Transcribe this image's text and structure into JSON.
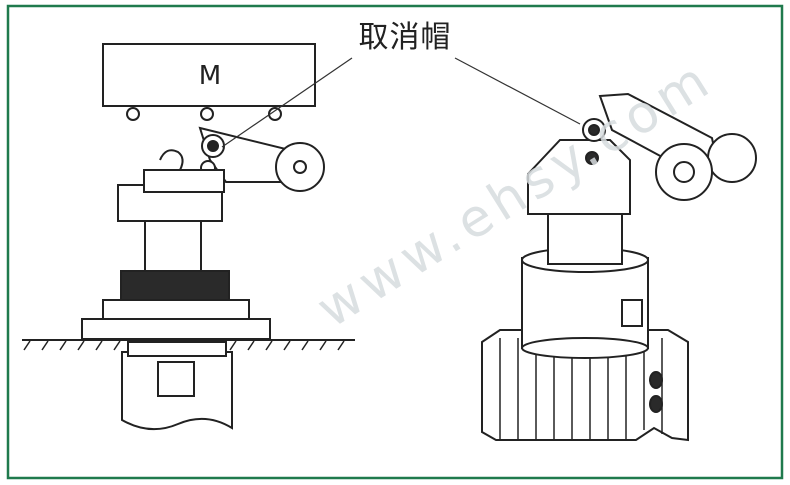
{
  "callout": {
    "label": "取消帽"
  },
  "motor": {
    "label": "M"
  },
  "watermark": {
    "text": "www.ehsy.com"
  },
  "colors": {
    "frame": "#1f7a4d",
    "ink": "#222222",
    "dark_band": "#2a2a2a",
    "watermark": "#d7dcdf"
  }
}
